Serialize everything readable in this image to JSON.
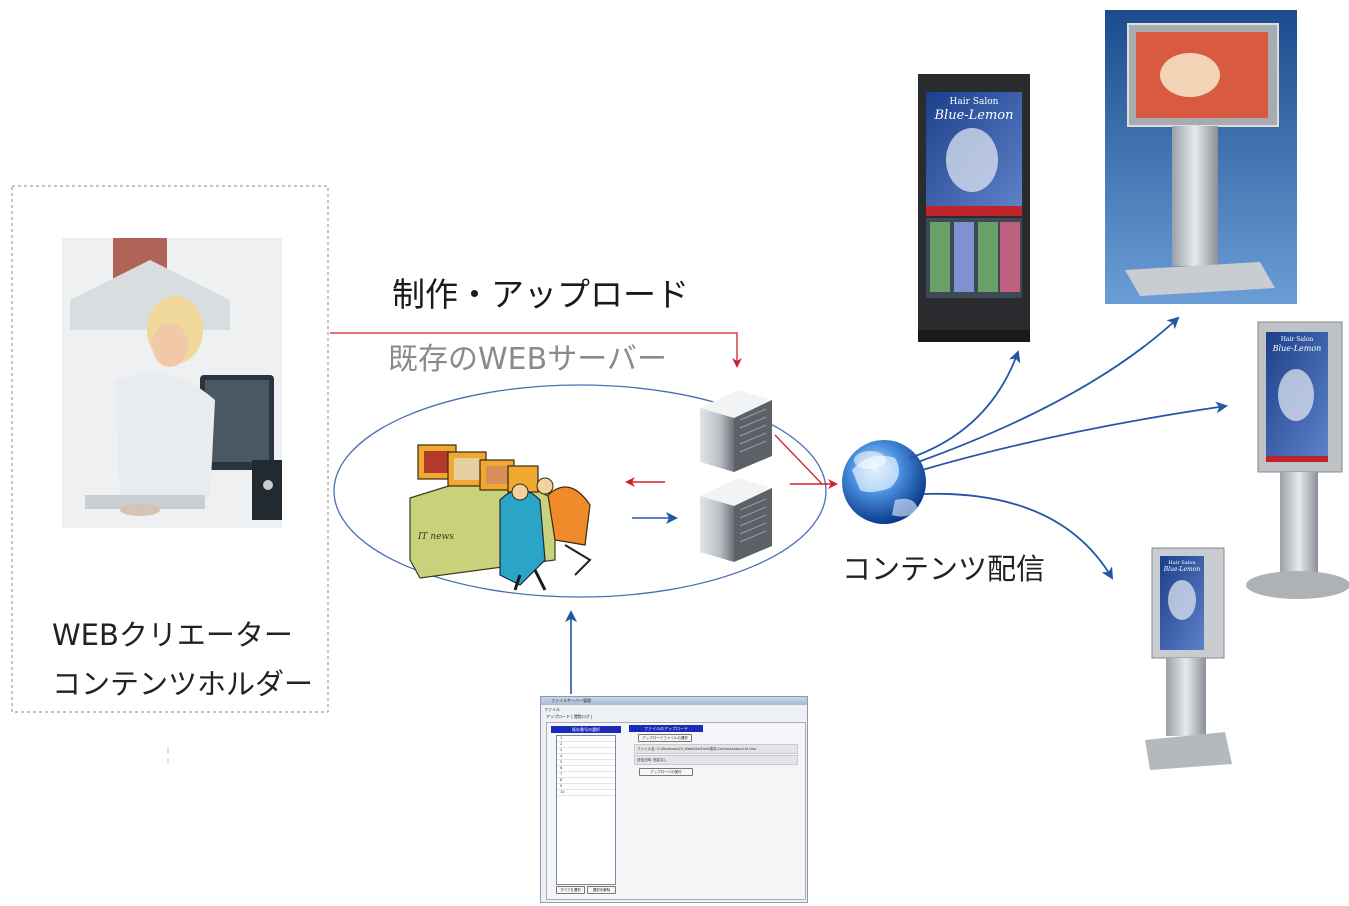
{
  "diagram": {
    "upload_label": "制作・アップロード",
    "existing_server_label": "既存のWEBサーバー",
    "distribution_label": "コンテンツ配信",
    "creator_label_line1": "WEBクリエーター",
    "creator_label_line2": "コンテンツホルダー",
    "clipart_sign": "IT news"
  },
  "signage": {
    "poster_line1": "Hair Salon",
    "poster_line2": "Blue-Lemon"
  },
  "app_window": {
    "title": "ファイルサーバー管理",
    "menu": "ファイル",
    "tab": "アップロード | 閲覧ログ |",
    "left_header": "既存番号の選択",
    "right_header": "ファイルのアップロード",
    "list_items": [
      "1",
      "2",
      "3",
      "4",
      "5",
      "6",
      "7",
      "8",
      "9",
      "10"
    ],
    "select_file_button": "アップロードファイルの選択",
    "file_path": "ファイル名: C:\\Windows\\IIS_Web\\Site\\Fold\\端末\\ContentsAbout.Vi.tmp",
    "date_field": "送信日時: 指定なし",
    "upload_button": "アップロードの実行",
    "bottom_button_1": "すべてを選択",
    "bottom_button_2": "選択を解除"
  },
  "colors": {
    "red_arrow": "#d0222d",
    "blue_arrow": "#2456a6",
    "ellipse": "#4a6fb3",
    "dashed_border": "#888888"
  }
}
